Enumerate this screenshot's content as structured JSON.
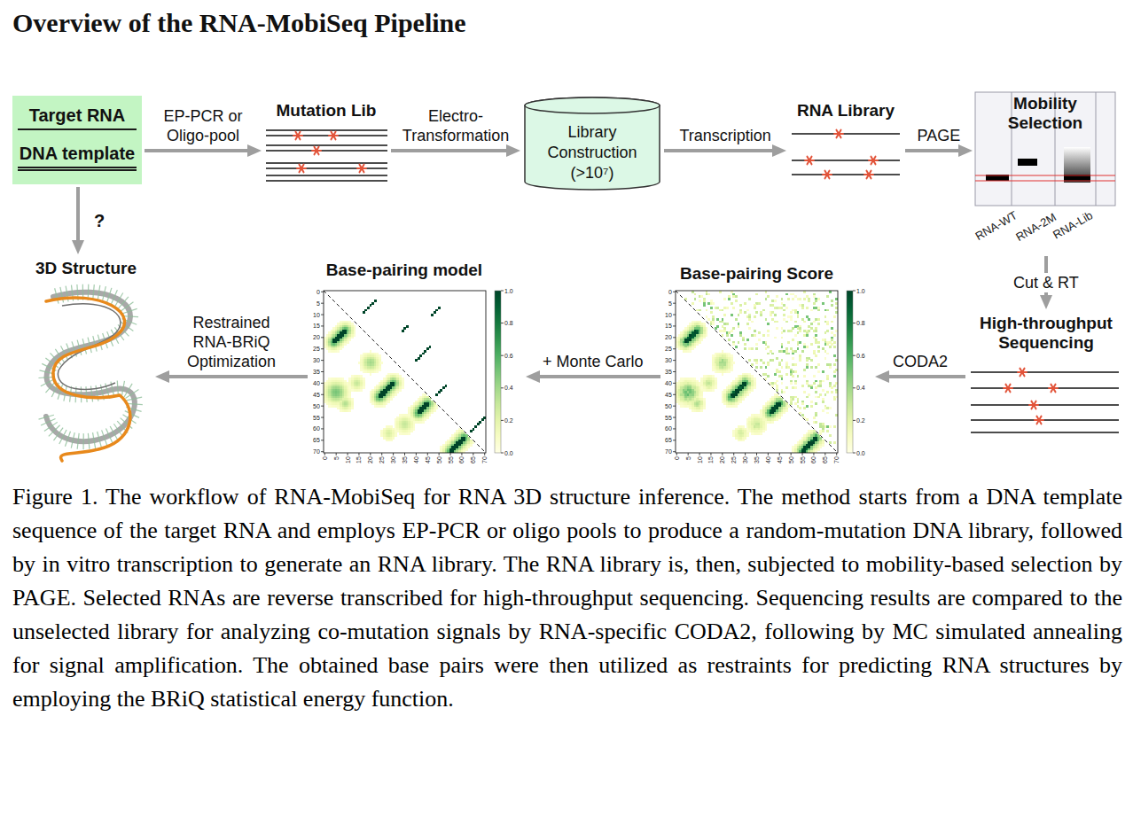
{
  "diagram": {
    "title": "Overview of the RNA-MobiSeq Pipeline",
    "caption": "Figure 1. The workflow of RNA-MobiSeq for RNA 3D structure inference. The method starts from a DNA template sequence of the target RNA and employs EP-PCR or oligo pools to produce a random-mutation DNA library, followed by in vitro transcription to generate an RNA library. The RNA library is, then, subjected to mobility-based selection by PAGE. Selected RNAs are reverse transcribed for high-throughput sequencing. Sequencing results are compared to the unselected library for analyzing co-mutation signals by RNA-specific CODA2, following by MC simulated annealing for signal amplification. The obtained base pairs were then utilized as restraints for predicting RNA structures by employing the BRiQ statistical energy function.",
    "nodes": [
      {
        "text": [
          "Target RNA",
          "DNA template"
        ]
      },
      {
        "text": [
          "Mutation Lib"
        ]
      },
      {
        "text": [
          "Library Construction (>10⁷)"
        ]
      },
      {
        "text": [
          "RNA Library"
        ]
      },
      {
        "text": [
          "Mobility Selection"
        ]
      },
      {
        "text": [
          "High-throughput Sequencing"
        ]
      },
      {
        "text": [
          "Base-pairing Score"
        ]
      },
      {
        "text": [
          "Base-pairing model"
        ]
      },
      {
        "text": [
          "3D Structure"
        ]
      }
    ],
    "edges": [
      {
        "from": 0,
        "to": 1,
        "label": "EP-PCR or Oligo-pool",
        "arrow": "to"
      },
      {
        "from": 1,
        "to": 2,
        "label": "Electro- Transformation",
        "arrow": "to"
      },
      {
        "from": 2,
        "to": 3,
        "label": "Transcription",
        "arrow": "to"
      },
      {
        "from": 3,
        "to": 4,
        "label": "PAGE",
        "arrow": "to"
      },
      {
        "from": 4,
        "to": 5,
        "label": "Cut & RT",
        "arrow": "to"
      },
      {
        "from": 5,
        "to": 6,
        "label": "CODA2",
        "arrow": "to"
      },
      {
        "from": 6,
        "to": 7,
        "label": "+ Monte Carlo",
        "arrow": "to"
      },
      {
        "from": 7,
        "to": 8,
        "label": "Restrained RNA-BRiQ Optimization",
        "arrow": "to"
      },
      {
        "from": 0,
        "to": 8,
        "label": "?",
        "arrow": "to"
      }
    ],
    "labels": [
      "RNA-WT",
      "RNA-2M",
      "RNA-Lib",
      "0",
      "5",
      "10",
      "15",
      "20",
      "25",
      "30",
      "35",
      "40",
      "45",
      "50",
      "55",
      "60",
      "65",
      "70",
      "0",
      "5",
      "10",
      "15",
      "20",
      "25",
      "30",
      "35",
      "40",
      "45",
      "50",
      "55",
      "60",
      "65",
      "70",
      "1.0",
      "0.8",
      "0.6",
      "0.4",
      "0.2",
      "0.0",
      "0",
      "5",
      "10",
      "15",
      "20",
      "25",
      "30",
      "35",
      "40",
      "45",
      "50",
      "55",
      "60",
      "65",
      "70",
      "0",
      "5",
      "10",
      "15",
      "20",
      "25",
      "30",
      "35",
      "40",
      "45",
      "50",
      "55",
      "60",
      "65",
      "70",
      "1.0",
      "0.8",
      "0.6",
      "0.4",
      "0.2",
      "0.0"
    ]
  }
}
